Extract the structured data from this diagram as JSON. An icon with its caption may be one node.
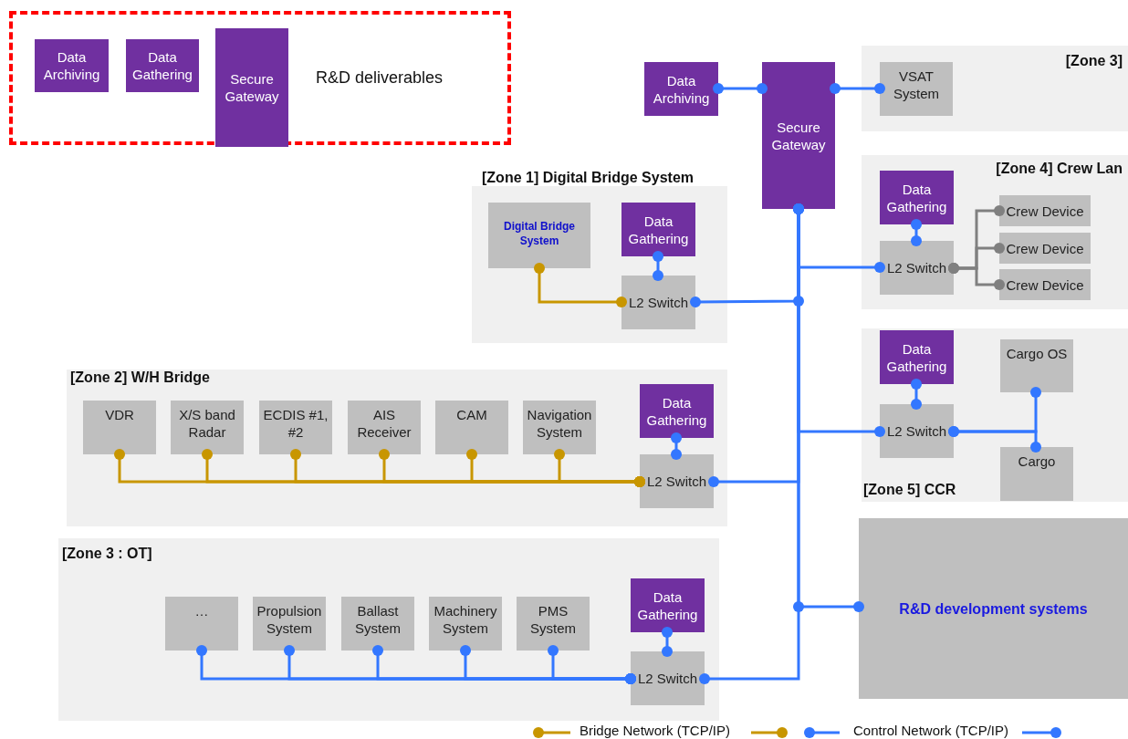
{
  "diagram": {
    "nodes": [
      {
        "text": [
          "R&D deliverables"
        ]
      },
      {
        "text": [
          "Data Archiving"
        ],
        "in": 0
      },
      {
        "text": [
          "Data Gathering"
        ],
        "in": 0
      },
      {
        "text": [
          "Secure Gateway"
        ],
        "in": 0
      },
      {
        "text": [
          "Data Archiving"
        ]
      },
      {
        "text": [
          "Secure Gateway"
        ]
      },
      {
        "text": [
          "[Zone 3]"
        ]
      },
      {
        "text": [
          "VSAT System"
        ],
        "in": 6
      },
      {
        "text": [
          "[Zone 1] Digital Bridge System"
        ]
      },
      {
        "text": [
          "Digital Bridge System"
        ],
        "in": 8
      },
      {
        "text": [
          "Data Gathering"
        ],
        "in": 8
      },
      {
        "text": [
          "L2 Switch"
        ],
        "in": 8
      },
      {
        "text": [
          "[Zone 4] Crew Lan"
        ]
      },
      {
        "text": [
          "Data Gathering"
        ],
        "in": 12
      },
      {
        "text": [
          "L2 Switch"
        ],
        "in": 12
      },
      {
        "text": [
          "Crew Device"
        ],
        "in": 12
      },
      {
        "text": [
          "Crew Device"
        ],
        "in": 12
      },
      {
        "text": [
          "Crew Device"
        ],
        "in": 12
      },
      {
        "text": [
          "[Zone 5] CCR"
        ]
      },
      {
        "text": [
          "Data Gathering"
        ],
        "in": 18
      },
      {
        "text": [
          "L2 Switch"
        ],
        "in": 18
      },
      {
        "text": [
          "Cargo OS"
        ],
        "in": 18
      },
      {
        "text": [
          "Cargo"
        ],
        "in": 18
      },
      {
        "text": [
          "[Zone 2] W/H Bridge"
        ]
      },
      {
        "text": [
          "VDR"
        ],
        "in": 23
      },
      {
        "text": [
          "X/S band Radar"
        ],
        "in": 23
      },
      {
        "text": [
          "ECDIS #1, #2"
        ],
        "in": 23
      },
      {
        "text": [
          "AIS Receiver"
        ],
        "in": 23
      },
      {
        "text": [
          "CAM"
        ],
        "in": 23
      },
      {
        "text": [
          "Navigation System"
        ],
        "in": 23
      },
      {
        "text": [
          "Data Gathering"
        ],
        "in": 23
      },
      {
        "text": [
          "L2 Switch"
        ],
        "in": 23
      },
      {
        "text": [
          "[Zone 3 : OT]"
        ]
      },
      {
        "text": [
          "…"
        ],
        "in": 32
      },
      {
        "text": [
          "Propulsion System"
        ],
        "in": 32
      },
      {
        "text": [
          "Ballast System"
        ],
        "in": 32
      },
      {
        "text": [
          "Machinery System"
        ],
        "in": 32
      },
      {
        "text": [
          "PMS System"
        ],
        "in": 32
      },
      {
        "text": [
          "Data Gathering"
        ],
        "in": 32
      },
      {
        "text": [
          "L2 Switch"
        ],
        "in": 32
      },
      {
        "text": [
          "R&D development systems"
        ]
      }
    ],
    "edges": [
      {
        "from": 4,
        "to": 5,
        "arrow": "other"
      },
      {
        "from": 5,
        "to": 7,
        "arrow": "other"
      },
      {
        "from": 10,
        "to": 11,
        "arrow": "other"
      },
      {
        "from": 9,
        "to": 11,
        "arrow": "other",
        "color": "#c89600"
      },
      {
        "from": 5,
        "to": 11,
        "arrow": "other"
      },
      {
        "from": 13,
        "to": 14,
        "arrow": "other"
      },
      {
        "from": 5,
        "to": 14,
        "arrow": "other"
      },
      {
        "from": 14,
        "to": 15,
        "arrow": "other",
        "color": "#808080"
      },
      {
        "from": 14,
        "to": 16,
        "arrow": "other",
        "color": "#808080"
      },
      {
        "from": 14,
        "to": 17,
        "arrow": "other",
        "color": "#808080"
      },
      {
        "from": 19,
        "to": 20,
        "arrow": "other"
      },
      {
        "from": 5,
        "to": 20,
        "arrow": "other"
      },
      {
        "from": 20,
        "to": 21,
        "arrow": "other"
      },
      {
        "from": 20,
        "to": 22,
        "arrow": "other"
      },
      {
        "from": 24,
        "to": 31,
        "arrow": "other",
        "color": "#c89600"
      },
      {
        "from": 25,
        "to": 31,
        "arrow": "other",
        "color": "#c89600"
      },
      {
        "from": 26,
        "to": 31,
        "arrow": "other",
        "color": "#c89600"
      },
      {
        "from": 27,
        "to": 31,
        "arrow": "other",
        "color": "#c89600"
      },
      {
        "from": 28,
        "to": 31,
        "arrow": "other",
        "color": "#c89600"
      },
      {
        "from": 29,
        "to": 31,
        "arrow": "other",
        "color": "#c89600"
      },
      {
        "from": 30,
        "to": 31,
        "arrow": "other"
      },
      {
        "from": 5,
        "to": 31,
        "arrow": "other"
      },
      {
        "from": 5,
        "to": 40,
        "arrow": "other"
      },
      {
        "from": 38,
        "to": 39,
        "arrow": "other"
      },
      {
        "from": 33,
        "to": 39,
        "arrow": "other"
      },
      {
        "from": 34,
        "to": 39,
        "arrow": "other"
      },
      {
        "from": 35,
        "to": 39,
        "arrow": "other"
      },
      {
        "from": 36,
        "to": 39,
        "arrow": "other"
      },
      {
        "from": 37,
        "to": 39,
        "arrow": "other"
      },
      {
        "from": 5,
        "to": 39,
        "arrow": "other"
      }
    ],
    "legend": [
      {
        "text": "Bridge Network (TCP/IP)"
      },
      {
        "text": "Control Network (TCP/IP)"
      }
    ]
  }
}
